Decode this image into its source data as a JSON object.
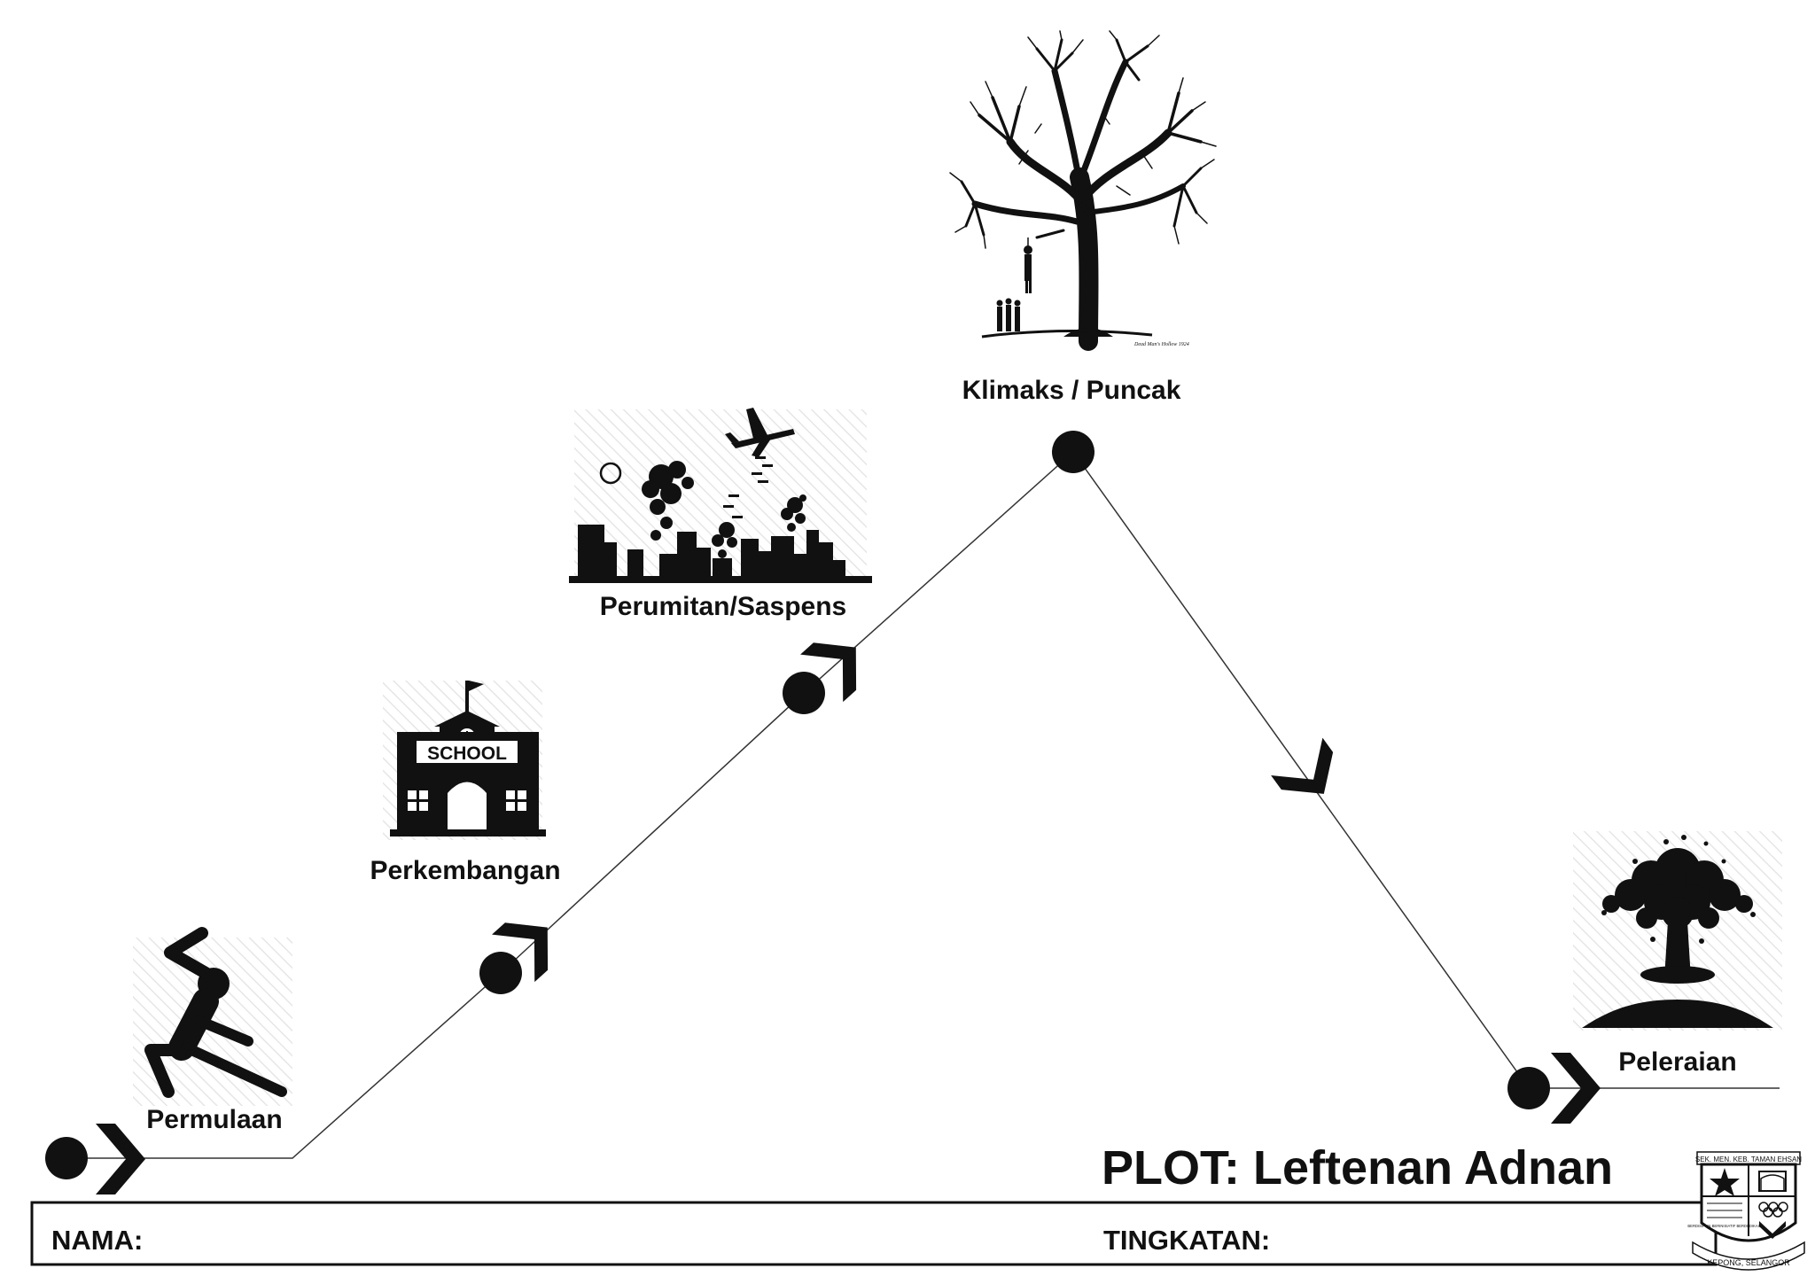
{
  "stages": [
    {
      "label": "Permulaan",
      "icon": "stretching-person-icon"
    },
    {
      "label": "Perkembangan",
      "icon": "school-building-icon"
    },
    {
      "label": "Perumitan/Saspens",
      "icon": "bombed-city-icon"
    },
    {
      "label": "Klimaks / Puncak",
      "icon": "hanging-tree-icon"
    },
    {
      "label": "Peleraian",
      "icon": "mushroom-cloud-icon"
    }
  ],
  "title": "PLOT: Leftenan Adnan",
  "form": {
    "name_label": "NAMA:",
    "class_label": "TINGKATAN:"
  },
  "school_seal": {
    "top_text": "SEK. MEN. KEB. TAMAN EHSAN",
    "bottom_text": "KEPONG, SELANGOR",
    "motto": "BERDISIPLIN BERINISIATIF BERDEDIKASI"
  },
  "tree_caption": "Dead Man's Hollow 1924"
}
